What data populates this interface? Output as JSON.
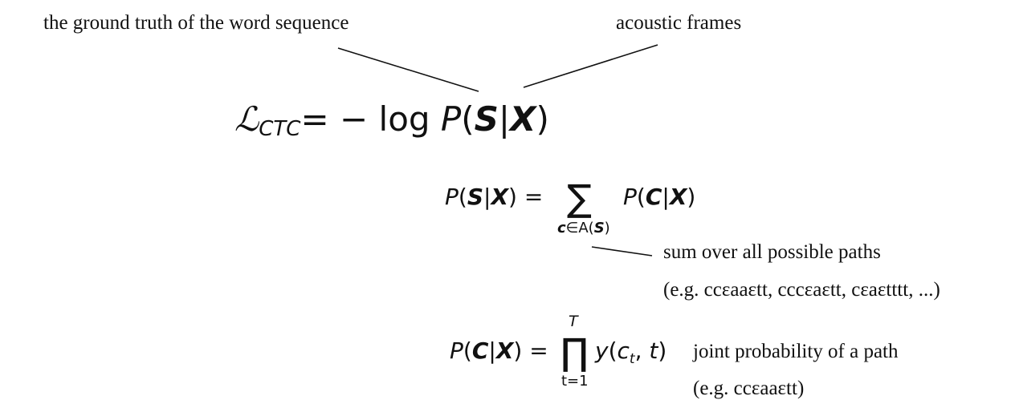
{
  "annotations": {
    "ground_truth": "the ground truth of the word sequence",
    "acoustic_frames": "acoustic frames",
    "sum_paths": "sum over all possible paths",
    "sum_paths_example": "(e.g. ccεaaεtt, cccεaεtt, cεaεtttt, ...)",
    "joint_prob": "joint probability of a path",
    "joint_prob_example": "(e.g. ccεaaεtt)"
  },
  "equations": {
    "loss": {
      "script_L": "ℒ",
      "subscript": "CTC",
      "rhs_prefix": "= − log ",
      "P": "P",
      "open": "(",
      "S": "S",
      "bar": "|",
      "X": "X",
      "close": ")"
    },
    "sum": {
      "lhs_P": "P",
      "lhs_open": "(",
      "lhs_S": "S",
      "lhs_bar": "|",
      "lhs_X": "X",
      "lhs_close": ") =",
      "operator": "∑",
      "under_c": "c",
      "under_rest": "∈A(",
      "under_S": "S",
      "under_close": ")",
      "rhs_P": "P",
      "rhs_open": "(",
      "rhs_C": "C",
      "rhs_bar": "|",
      "rhs_X": "X",
      "rhs_close": ")"
    },
    "product": {
      "lhs_P": "P",
      "lhs_open": "(",
      "lhs_C": "C",
      "lhs_bar": "|",
      "lhs_X": "X",
      "lhs_close": ") =",
      "operator": "∏",
      "upper": "T",
      "lower": "t=1",
      "rhs_y": "y",
      "rhs_open": "(",
      "rhs_c": "c",
      "rhs_sub_t": "t",
      "rhs_comma": ", ",
      "rhs_t": "t",
      "rhs_close": ")"
    }
  }
}
